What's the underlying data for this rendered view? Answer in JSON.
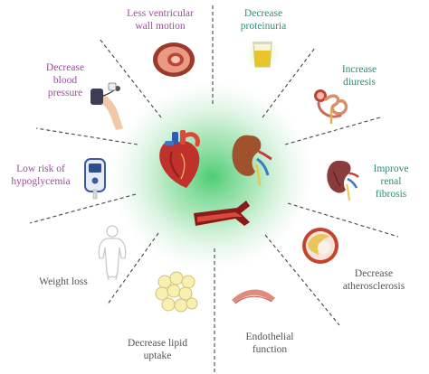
{
  "colors": {
    "purple": "#9b4e9b",
    "teal": "#2f8e79",
    "gray": "#555555",
    "glow_center": "#2ec45a"
  },
  "center_icons": [
    "heart-icon",
    "kidney-icon",
    "blood-vessel-icon"
  ],
  "benefits": [
    {
      "id": "ventricular",
      "lines": [
        "Less ventricular",
        "wall motion"
      ],
      "color": "purple",
      "icon": "heart-cross-section-icon"
    },
    {
      "id": "proteinuria",
      "lines": [
        "Decrease",
        "proteinuria"
      ],
      "color": "teal",
      "icon": "urine-cup-icon"
    },
    {
      "id": "diuresis",
      "lines": [
        "Increase",
        "diuresis"
      ],
      "color": "teal",
      "icon": "nephron-icon"
    },
    {
      "id": "fibrosis",
      "lines": [
        "Improve",
        "renal",
        "fibrosis"
      ],
      "color": "teal",
      "icon": "kidney-fibrosis-icon"
    },
    {
      "id": "atherosclerosis",
      "lines": [
        "Decrease",
        "atherosclerosis"
      ],
      "color": "gray",
      "icon": "artery-plaque-icon"
    },
    {
      "id": "endothelial",
      "lines": [
        "Endothelial",
        "function"
      ],
      "color": "gray",
      "icon": "endothelium-icon"
    },
    {
      "id": "lipid",
      "lines": [
        "Decrease lipid",
        "uptake"
      ],
      "color": "gray",
      "icon": "fat-cells-icon"
    },
    {
      "id": "weight",
      "lines": [
        "Weight loss"
      ],
      "color": "gray",
      "icon": "body-outline-icon"
    },
    {
      "id": "hypoglycemia",
      "lines": [
        "Low risk of",
        "hypoglycemia"
      ],
      "color": "purple",
      "icon": "glucometer-icon"
    },
    {
      "id": "blood_pressure",
      "lines": [
        "Decrease",
        "blood",
        "pressure"
      ],
      "color": "purple",
      "icon": "blood-pressure-cuff-icon"
    }
  ]
}
